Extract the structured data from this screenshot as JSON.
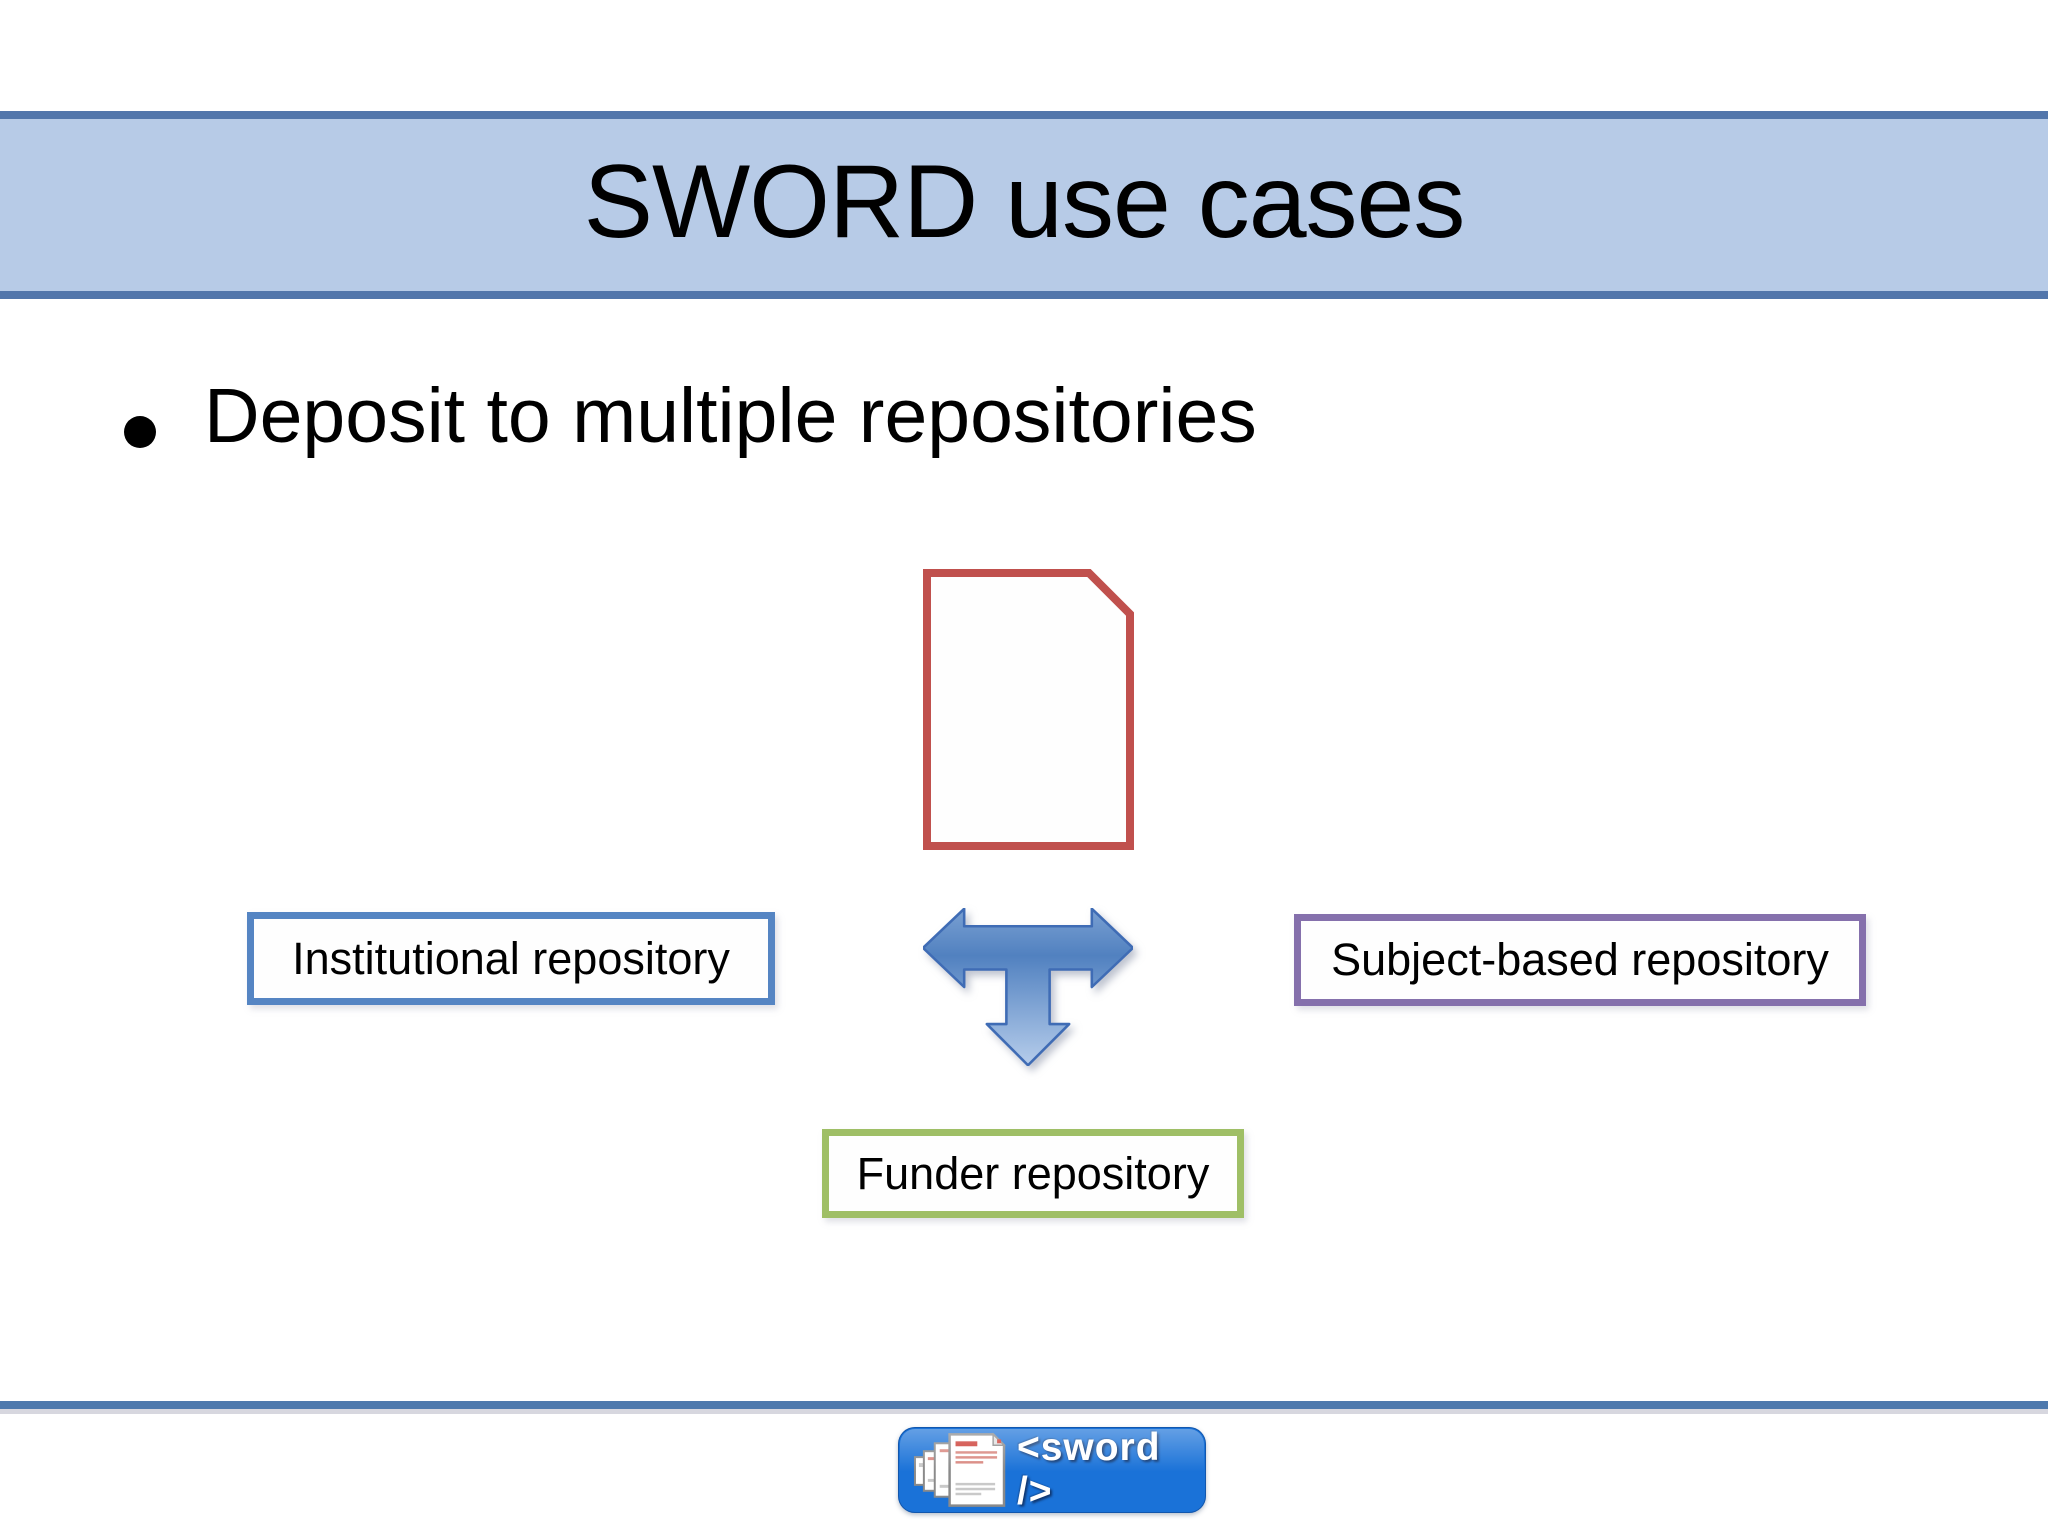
{
  "slide": {
    "title": "SWORD use cases",
    "bullet_text": "Deposit to multiple repositories"
  },
  "diagram": {
    "document_icon": {
      "name": "document-icon",
      "outline_color": "#c0504d"
    },
    "arrow": {
      "name": "left-right-down-arrow-icon",
      "stroke": "#3f6cb5",
      "fill_top": "#7aa0d2",
      "fill_mid": "#5181c0",
      "fill_bottom": "#b6cdeb"
    },
    "boxes": [
      {
        "label": "Institutional repository",
        "border_color": "#5585c3"
      },
      {
        "label": "Subject-based repository",
        "border_color": "#8570ac"
      },
      {
        "label": "Funder repository",
        "border_color": "#9fbf66"
      }
    ]
  },
  "footer": {
    "logo_label": "<sword />",
    "logo_icon": "stacked-documents-icon",
    "logo_blue": "#1a72d8",
    "rule_color": "#4e79ad"
  },
  "theme": {
    "title_bar_fill": "#b7cbe7",
    "title_bar_border": "#5276ab",
    "text_color": "#000000"
  }
}
